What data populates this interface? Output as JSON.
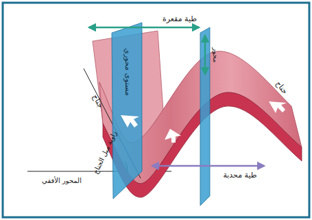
{
  "diagram": {
    "labels": [
      "طية مقعرة",
      "مستوى محوري",
      "محور",
      "جناح",
      "جناح",
      "زاوية ميل الجناح",
      "المحور الأفقي",
      "طية محدبة"
    ]
  }
}
